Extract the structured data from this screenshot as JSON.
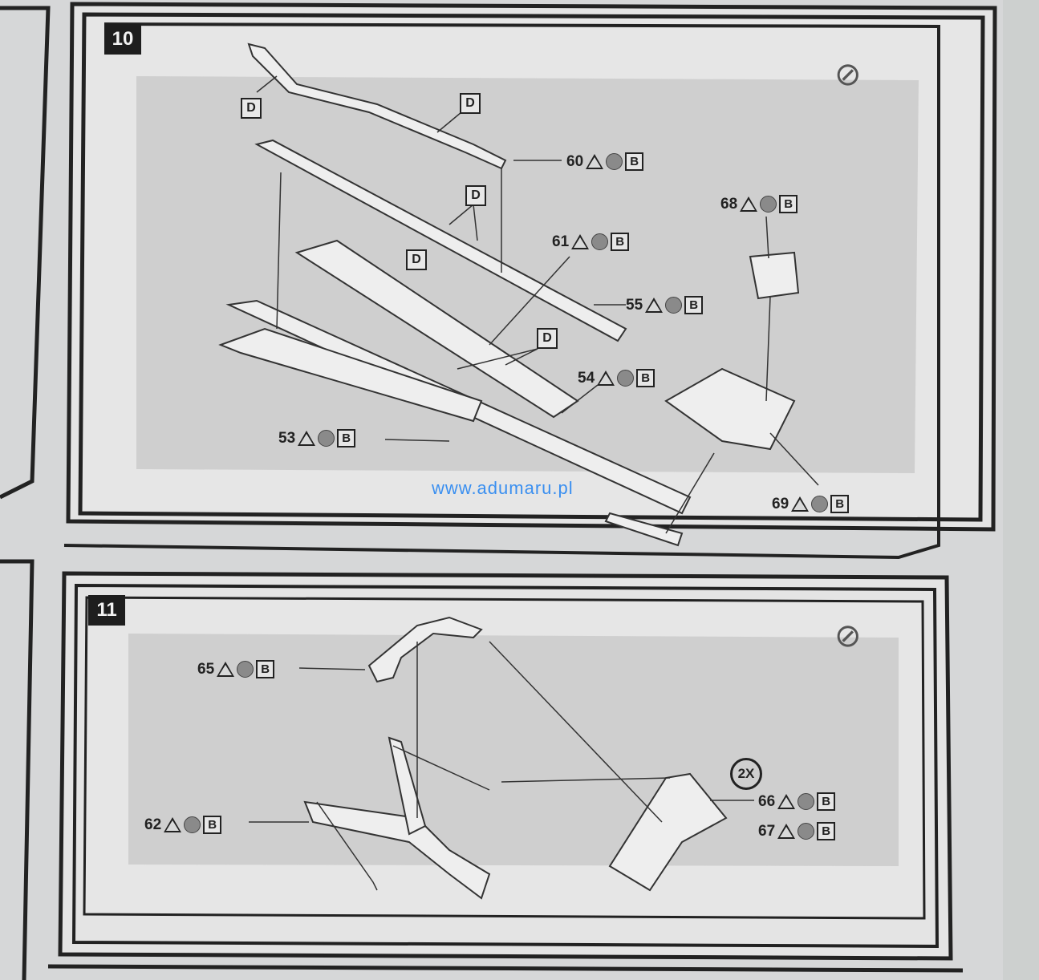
{
  "steps": [
    {
      "number": "10",
      "parts": [
        {
          "num": "60",
          "triangle": "△",
          "circle": "○",
          "letter": "B"
        },
        {
          "num": "68",
          "triangle": "△",
          "circle": "○",
          "letter": "B"
        },
        {
          "num": "61",
          "triangle": "△",
          "circle": "○",
          "letter": "B"
        },
        {
          "num": "55",
          "triangle": "△",
          "circle": "○",
          "letter": "B"
        },
        {
          "num": "54",
          "triangle": "△",
          "circle": "○",
          "letter": "B"
        },
        {
          "num": "53",
          "triangle": "△",
          "circle": "○",
          "letter": "B"
        },
        {
          "num": "69",
          "triangle": "△",
          "circle": "○",
          "letter": "B"
        }
      ],
      "decal_marker": "D"
    },
    {
      "number": "11",
      "parts": [
        {
          "num": "65",
          "triangle": "△",
          "circle": "○",
          "letter": "B"
        },
        {
          "num": "62",
          "triangle": "△",
          "circle": "○",
          "letter": "B"
        },
        {
          "num": "66",
          "triangle": "△",
          "circle": "○",
          "letter": "B"
        },
        {
          "num": "67",
          "triangle": "△",
          "circle": "○",
          "letter": "B"
        }
      ],
      "quantity": "2X"
    }
  ],
  "watermark": "www.adumaru.pl",
  "icons": [
    "glue-tube-icon"
  ],
  "colors": {
    "paper": "#d9dadb",
    "panel": "#cfcfcf",
    "frame": "#1e1e1e",
    "watermark": "#3a8ff0"
  }
}
